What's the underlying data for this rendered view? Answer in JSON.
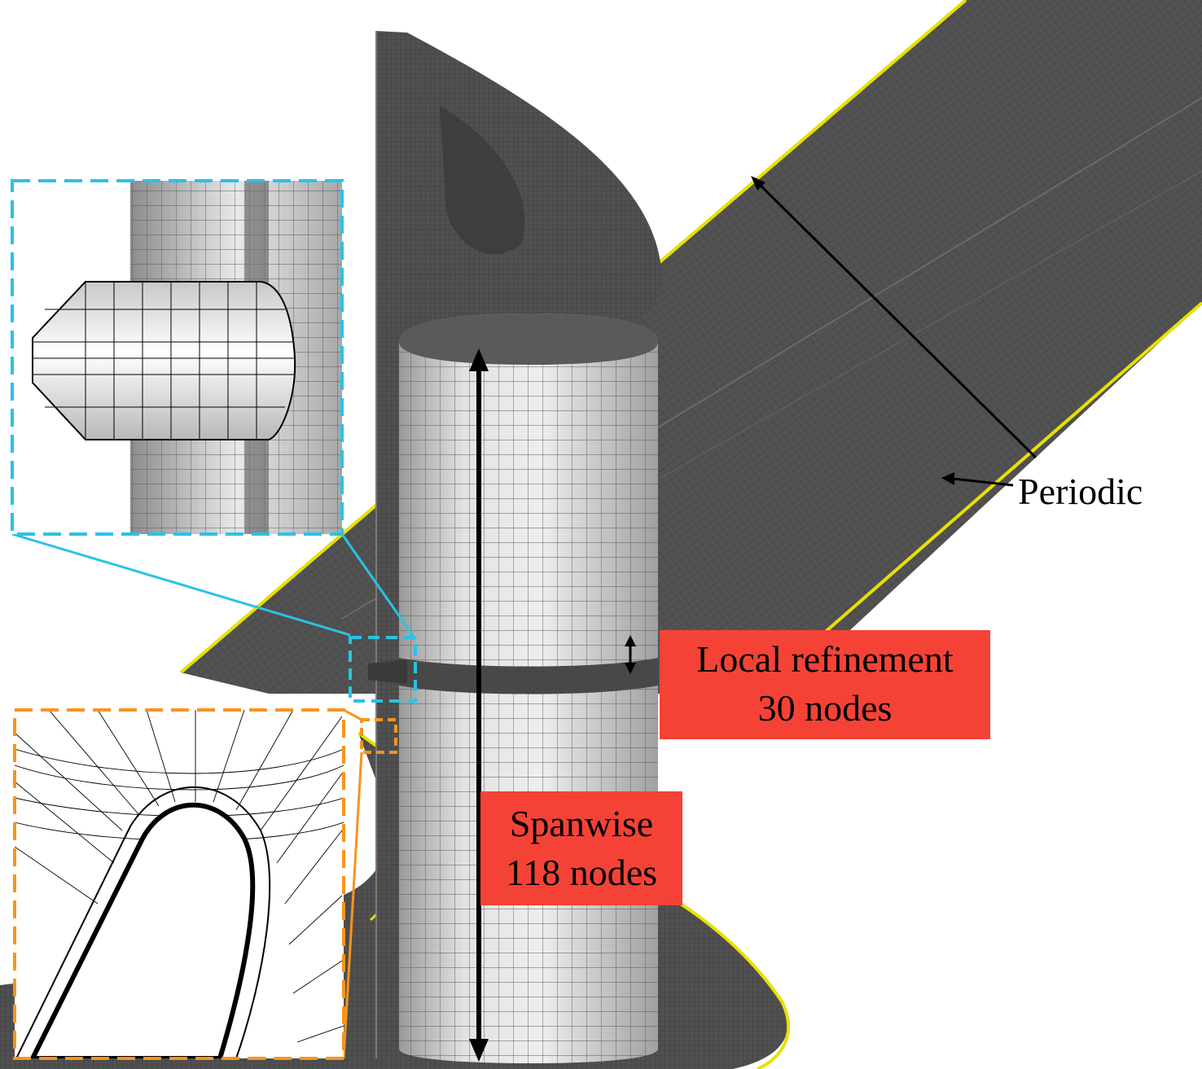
{
  "figure": {
    "colors": {
      "mesh_dark": "#4d4d4d",
      "mesh_surface": "#e6e6e6",
      "periodic_edge": "#e8e000",
      "inset_detail_border": "#29c3e6",
      "inset_wall_border": "#f7941d",
      "label_background": "#f44336"
    },
    "labels": {
      "periodic": "Periodic",
      "local_refinement_line1": "Local refinement",
      "local_refinement_line2": "30 nodes",
      "spanwise_line1": "Spanwise",
      "spanwise_line2": "118 nodes"
    }
  }
}
